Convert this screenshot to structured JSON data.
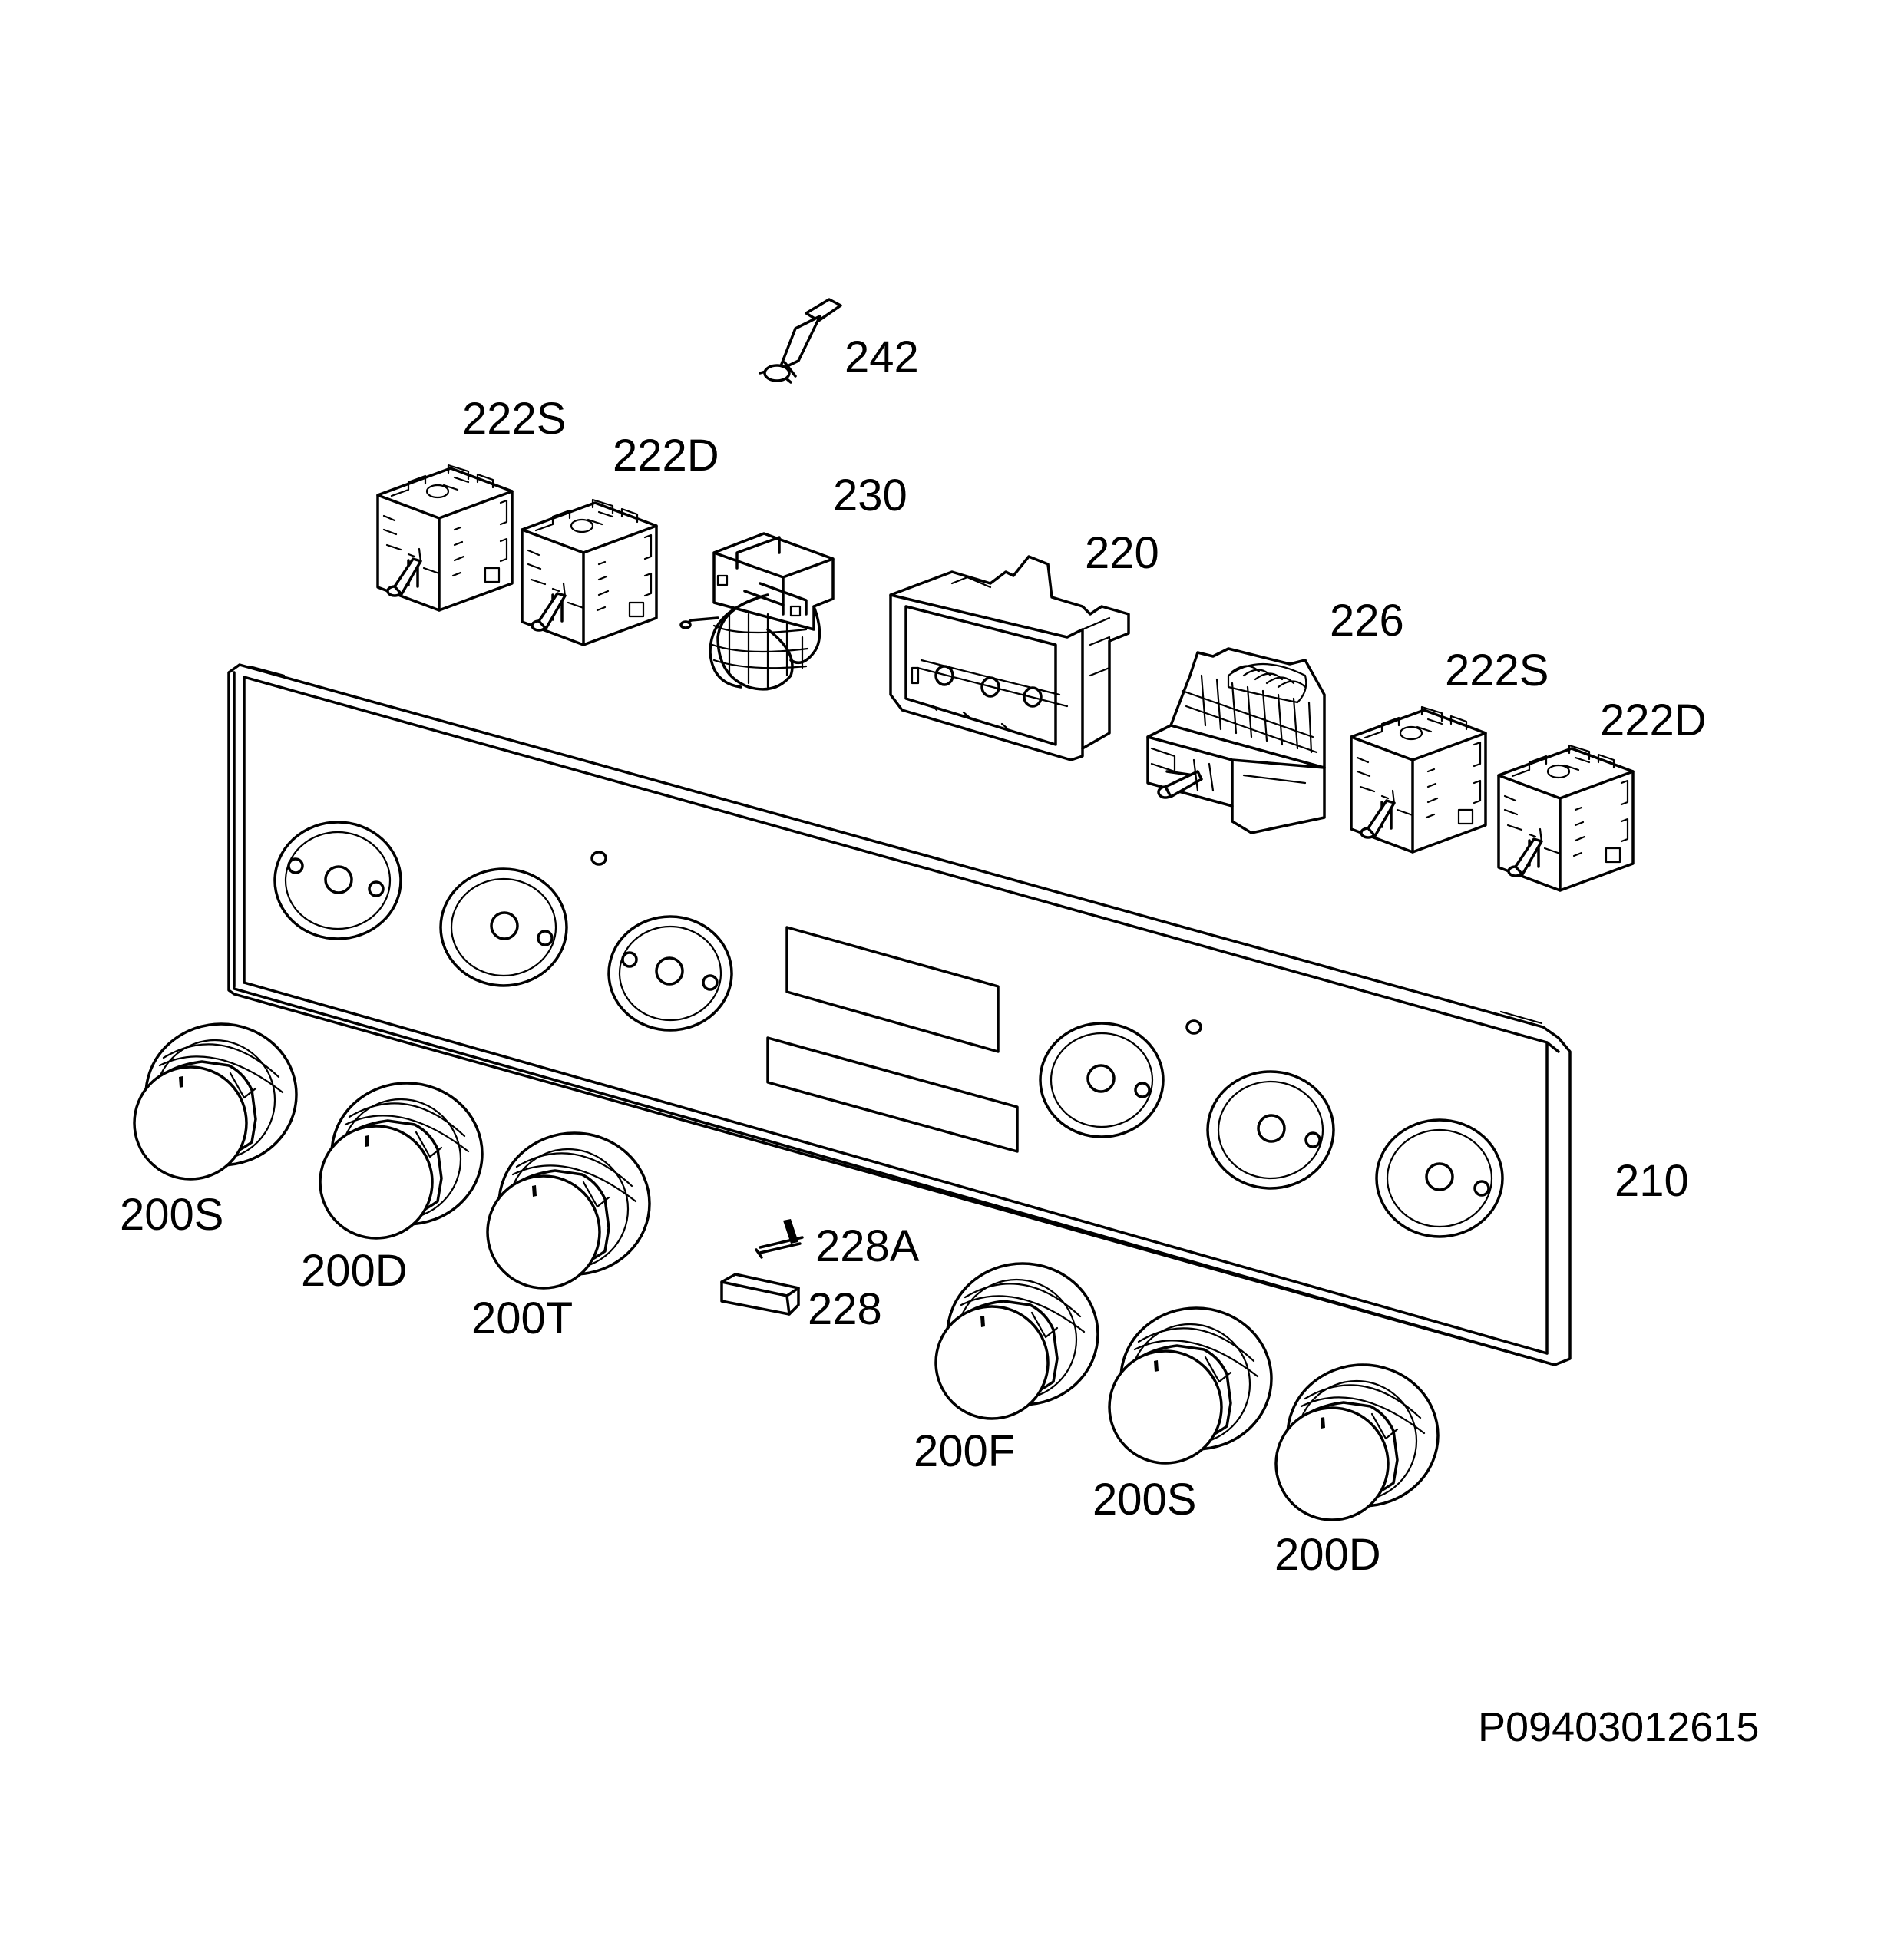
{
  "callouts": {
    "p242": "242",
    "p222s_top": "222S",
    "p222d_top": "222D",
    "p230": "230",
    "p220": "220",
    "p226": "226",
    "p222s_right": "222S",
    "p222d_right": "222D",
    "p210": "210",
    "p200s_left": "200S",
    "p200d_left": "200D",
    "p200t": "200T",
    "p228a": "228A",
    "p228": "228",
    "p200f": "200F",
    "p200s_right": "200S",
    "p200d_right": "200D"
  },
  "diagram_code": "P09403012615"
}
